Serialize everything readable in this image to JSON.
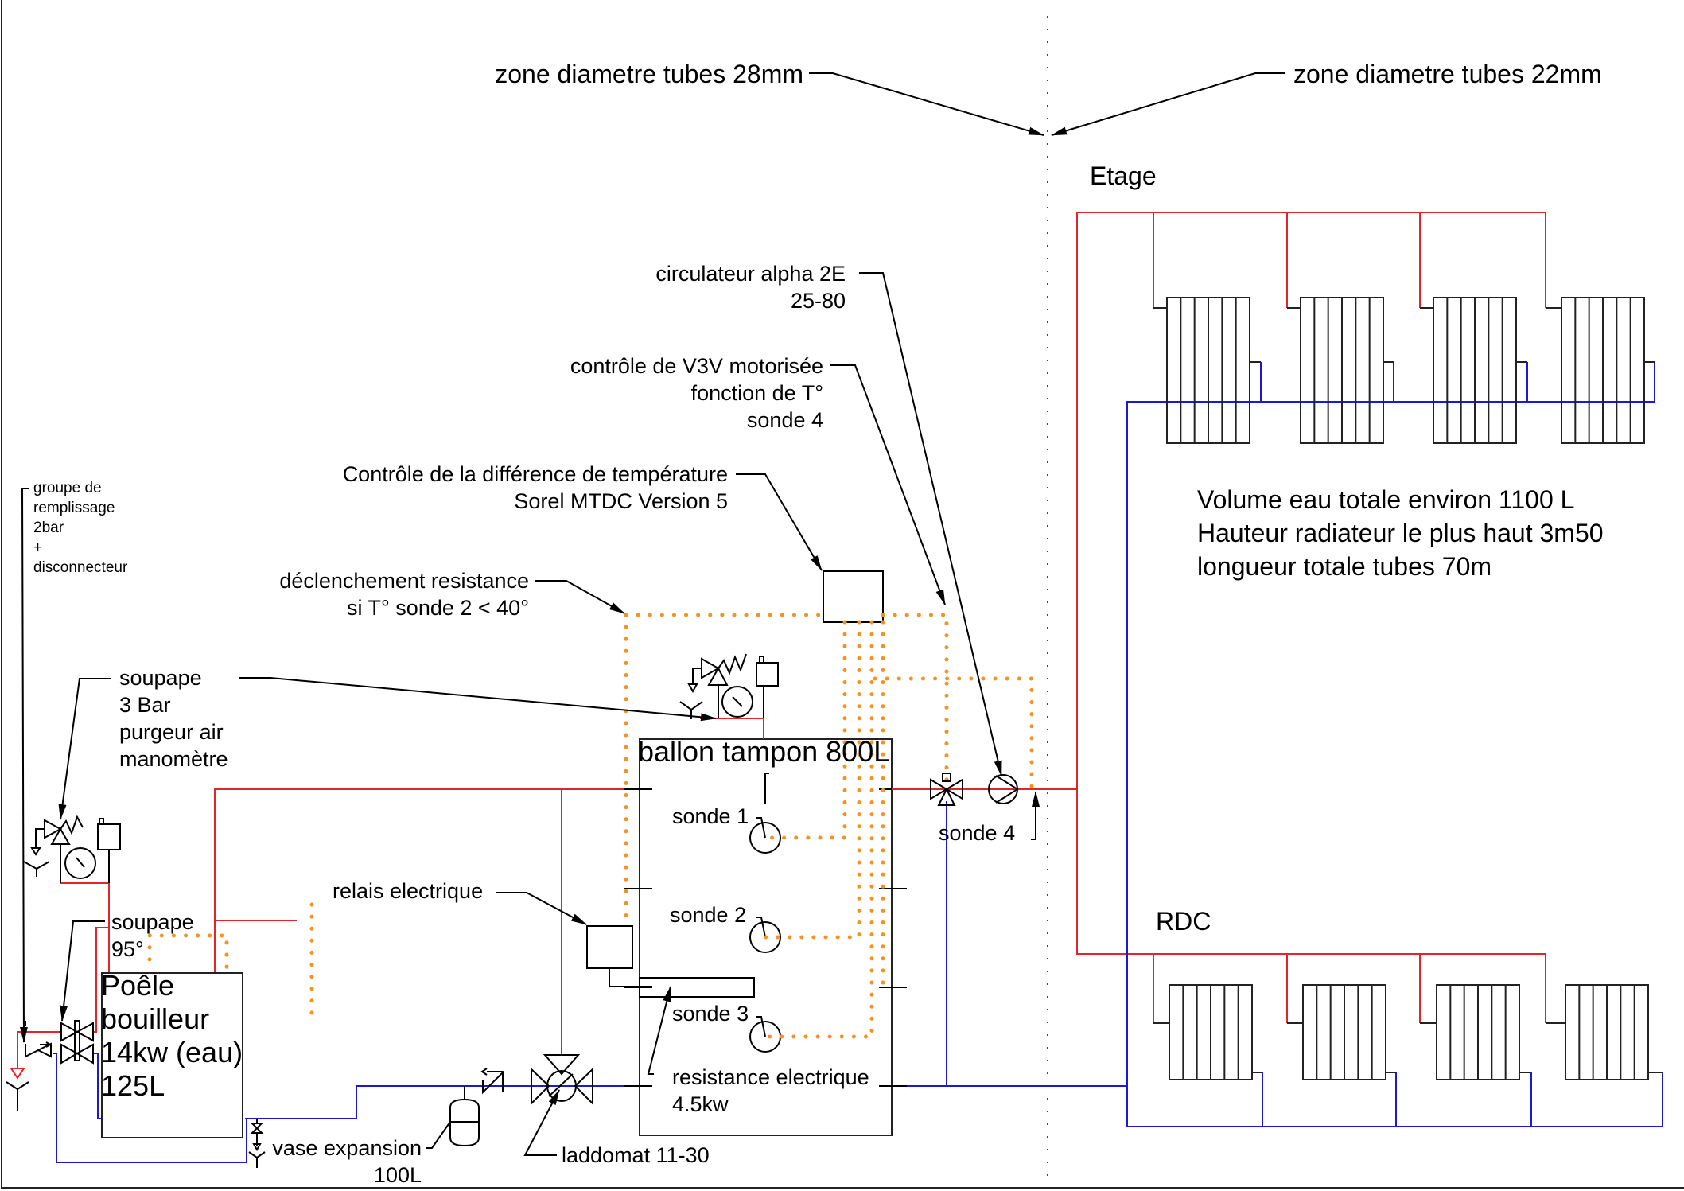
{
  "diagram": {
    "title_zones": {
      "left": "zone diametre tubes 28mm",
      "right": "zone diametre tubes 22mm"
    },
    "floors": {
      "upper": "Etage",
      "ground": "RDC"
    },
    "summary": [
      "Volume eau totale environ 1100 L",
      "Hauteur radiateur le plus haut 3m50",
      "longueur totale tubes 70m"
    ],
    "annotations": {
      "circulateur": [
        "circulateur alpha 2E",
        "25-80"
      ],
      "v3v": [
        "contrôle de V3V motorisée",
        "fonction de T°",
        "sonde 4"
      ],
      "controleur": [
        "Contrôle de la différence de température",
        "Sorel MTDC Version 5"
      ],
      "declenchement": [
        "déclenchement resistance",
        "si T° sonde 2 < 40°"
      ],
      "remplissage": [
        "groupe de",
        "remplissage",
        "2bar",
        "+",
        "disconnecteur"
      ],
      "soupape_3bar": [
        "soupape",
        "3 Bar",
        "purgeur air",
        "manomètre"
      ],
      "relais": "relais electrique",
      "soupape_95": [
        "soupape",
        "95°"
      ],
      "poele": [
        "Poêle",
        "bouilleur",
        "14kw (eau)",
        "125L"
      ],
      "ballon": "ballon tampon 800L",
      "sondes": [
        "sonde 1",
        "sonde 2",
        "sonde 3",
        "sonde 4"
      ],
      "resistance": [
        "resistance electrique",
        "4.5kw"
      ],
      "vase": [
        "vase expansion",
        "100L"
      ],
      "laddomat": "laddomat 11-30"
    },
    "colors": {
      "hot_pipe": "#e0262b",
      "cold_pipe": "#1a1ad0",
      "signal_wire": "#f39322",
      "line": "#000000"
    }
  }
}
